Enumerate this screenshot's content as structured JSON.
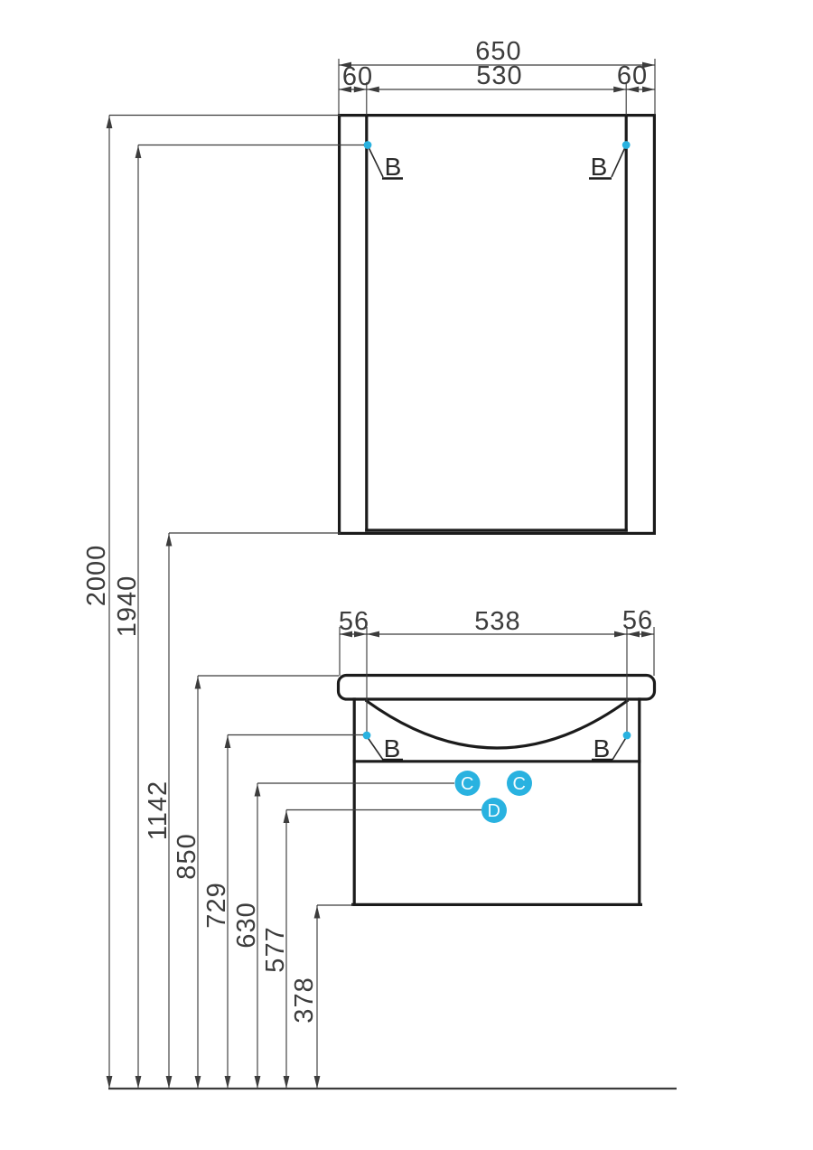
{
  "colors": {
    "object_line": "#1b1b1b",
    "dimension_line": "#3c3c3c",
    "accent": "#29b2e0",
    "marker_letter": "#f2fbfe"
  },
  "mirror_cabinet": {
    "total_width": "650",
    "left_side": "60",
    "inner_width": "530",
    "right_side": "60",
    "callout_left": "B",
    "callout_right": "B"
  },
  "vanity_unit": {
    "left_side": "56",
    "inner_width": "538",
    "right_side": "56",
    "callout_left": "B",
    "callout_right": "B",
    "marker_c1": "C",
    "marker_c2": "C",
    "marker_d": "D"
  },
  "heights": {
    "overall": "2000",
    "mirror_hinge": "1940",
    "mirror_bottom": "1142",
    "washbasin_top": "850",
    "vanity_hinge": "729",
    "marker_c_level": "630",
    "marker_d_level": "577",
    "vanity_bottom": "378"
  }
}
